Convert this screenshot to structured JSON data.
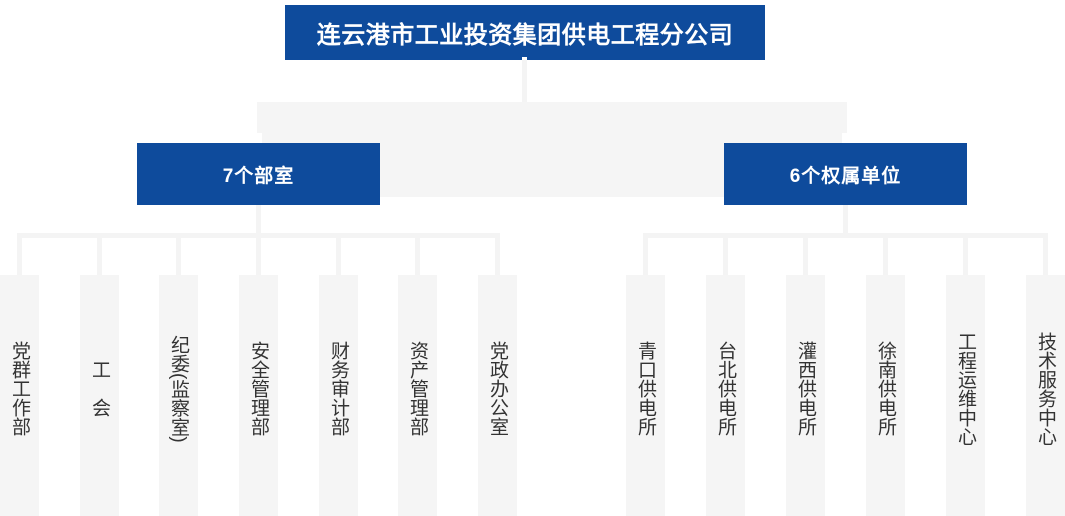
{
  "org_chart": {
    "root": {
      "label": "连云港市工业投资集团供电工程分公司"
    },
    "branches": [
      {
        "label": "7个部室",
        "children": [
          "党群工作部",
          "工　会",
          "纪委(监察室)",
          "安全管理部",
          "财务审计部",
          "资产管理部",
          "党政办公室"
        ]
      },
      {
        "label": "6个权属单位",
        "children": [
          "青口供电所",
          "台北供电所",
          "灌西供电所",
          "徐南供电所",
          "工程运维中心",
          "技术服务中心"
        ]
      }
    ],
    "colors": {
      "primary_blue": "#0e4b9c",
      "panel_gray": "#f5f5f5",
      "connector_gray": "#f4f4f4",
      "text_dark": "#333333",
      "text_light": "#ffffff"
    }
  }
}
